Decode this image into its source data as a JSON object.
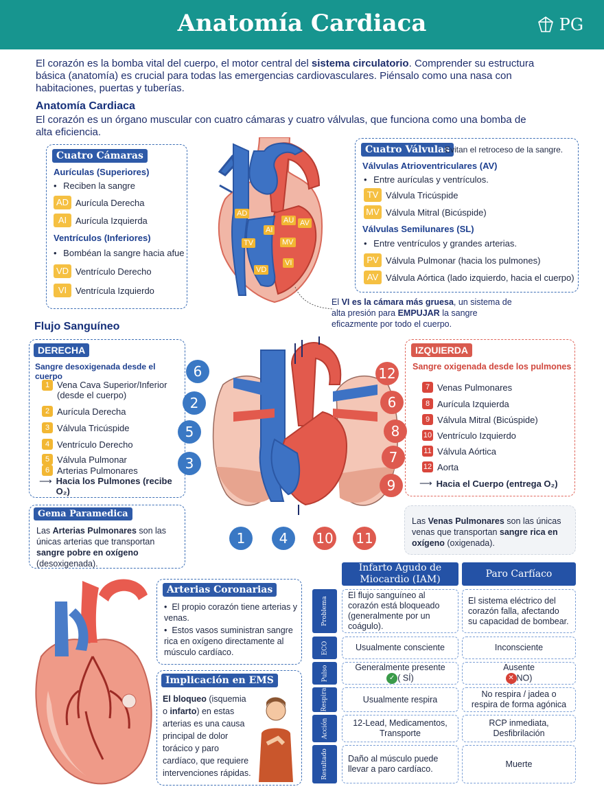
{
  "header": {
    "title": "Anatomía Cardiaca",
    "logo_text": "PG"
  },
  "intro": {
    "pre": "El corazón es la bomba vital del cuerpo, el motor central del ",
    "bold": "sistema circulatorio",
    "post": ". Comprender su estructura básica (anatomía) es crucial para todas las emergencias cardiovasculares. Piénsalo como una nasa con habitaciones, puertas y tuberías."
  },
  "anatomy": {
    "heading": "Anatomía Cardiaca",
    "text": "El corazón es un órgano muscular con cuatro cámaras y cuatro válvulas, que funciona como una bomba de alta eficiencia."
  },
  "chambers": {
    "tag": "Cuatro Cámaras",
    "atria_title": "Aurículas (Superiores)",
    "atria_bullet": "Reciben la sangre",
    "atria": [
      {
        "abbr": "AD",
        "label": "Aurícula Derecha"
      },
      {
        "abbr": "AI",
        "label": "Aurícula Izquierda"
      }
    ],
    "ventricles_title": "Ventrículos (Inferiores)",
    "ventricles_bullet": "Bombéan la sangre hacia afuera",
    "ventricles": [
      {
        "abbr": "VD",
        "label": "Ventrículo Derecho"
      },
      {
        "abbr": "VI",
        "label": "Ventrícula Izquierdo"
      }
    ]
  },
  "valves": {
    "tag": "Cuatro Válvulas",
    "tag_note": "Evitan el retroceso de la sangre.",
    "av_title": "Válvulas Atrioventriculares (AV)",
    "av_bullet": "Entre aurículas y ventrículos.",
    "av": [
      {
        "abbr": "TV",
        "label": "Válvula Tricúspide"
      },
      {
        "abbr": "MV",
        "label": "Válvula Mitral (Bicúspide)"
      }
    ],
    "sl_title": "Válvulas Semilunares (SL)",
    "sl_bullet": "Entre ventrículos y grandes arterias.",
    "sl": [
      {
        "abbr": "PV",
        "label": "Válvula Pulmonar (hacia los pulmones)"
      },
      {
        "abbr": "AV",
        "label": "Válvula Aórtica (lado izquierdo, hacia el cuerpo)"
      }
    ]
  },
  "heart_labels": [
    "AD",
    "AI",
    "AV",
    "TV",
    "MV",
    "VD",
    "VI",
    "AU"
  ],
  "vi_note": {
    "pre": "El ",
    "vi": "VI",
    "mid": " es la cámara más gruesa",
    "mid2": ", un sistema de alta presión para ",
    "bold": "EMPUJAR",
    "post": " la sangre eficazmente por todo el cuerpo."
  },
  "flow": {
    "heading": "Flujo Sanguíneo",
    "right": {
      "tag": "DERECHA",
      "subtitle": "Sangre desoxigenada desde el cuerpo",
      "steps": [
        "Vena Cava Superior/Inferior (desde el cuerpo)",
        "Aurícula Derecha",
        "Válvula Tricúspide",
        "Ventrículo Derecho",
        "Válvula Pulmonar",
        "Arterias Pulmonares"
      ],
      "end": "Hacia los Pulmones (recibe O₂)"
    },
    "left": {
      "tag": "IZQUIERDA",
      "subtitle": "Sangre oxigenada desde los pulmones",
      "steps": [
        {
          "n": "7",
          "label": "Venas Pulmonares"
        },
        {
          "n": "8",
          "label": "Aurícula Izquierda"
        },
        {
          "n": "9",
          "label": "Válvula Mitral (Bicúspide)"
        },
        {
          "n": "10",
          "label": "Ventrículo Izquierdo"
        },
        {
          "n": "11",
          "label": "Válvula Aórtica"
        },
        {
          "n": "12",
          "label": "Aorta"
        }
      ],
      "end": "Hacia el Cuerpo (entrega O₂)"
    },
    "numbers_blue": [
      "6",
      "2",
      "5",
      "3",
      "1",
      "4"
    ],
    "numbers_red": [
      "12",
      "6",
      "8",
      "7",
      "9",
      "10",
      "11"
    ]
  },
  "gem": {
    "tag": "Gema Paramedica",
    "pre": "Las ",
    "bold": "Arterias Pulmonares",
    "mid": " son las únicas arterias que transportan ",
    "bold2": "sangre pobre en oxígeno",
    "post": " (desoxigenada)."
  },
  "veins_note": {
    "pre": "Las ",
    "bold": "Venas Pulmonares",
    "mid": " son las únicas venas que transportan ",
    "bold2": "sangre rica en oxígeno",
    "post": " (oxigenada)."
  },
  "coronary": {
    "tag": "Arterias Coronarias",
    "bullets": [
      "El propio corazón tiene arterias y venas.",
      "Estos vasos suministran sangre rica en oxígeno directamente al músculo cardíaco."
    ]
  },
  "ems": {
    "tag": "Implicación en EMS",
    "bold1": "El bloqueo",
    "text1": " (isquemia o ",
    "bold2": "infarto",
    "text2": ") en estas arterias es una causa principal de dolor torácico y paro cardíaco, que requiere intervenciones rápidas."
  },
  "comparison": {
    "col1": "Infarto Agudo de Miocardio (IAM)",
    "col2": "Paro Carfíaco",
    "rows": [
      {
        "label": "Problema",
        "a": "El flujo sanguíneo al corazón está bloqueado (generalmente por un coágulo).",
        "b": "El sistema eléctrico del corazón falla, afectando su capacidad de bombear."
      },
      {
        "label": "ECO",
        "a": "Usualmente consciente",
        "b": "Inconsciente"
      },
      {
        "label": "Pulso",
        "a": "Generalmente presente",
        "a2": "( SÍ)",
        "b": "Ausente",
        "b2": "NO)"
      },
      {
        "label": "Respira",
        "a": "Usualmente respira",
        "b": "No respira / jadea o respira de forma agónica"
      },
      {
        "label": "Acción",
        "a": "12-Lead, Medicamentos, Transporte",
        "b": "RCP inmediata, Desfibrilación"
      },
      {
        "label": "Resultado",
        "a": "Daño al músculo puede llevar a paro cardíaco.",
        "b": "Muerte"
      }
    ]
  },
  "colors": {
    "teal": "#17958f",
    "navy": "#1d2d6b",
    "blue": "#3a78c4",
    "red": "#de5a4f",
    "yellow": "#f2b733"
  }
}
